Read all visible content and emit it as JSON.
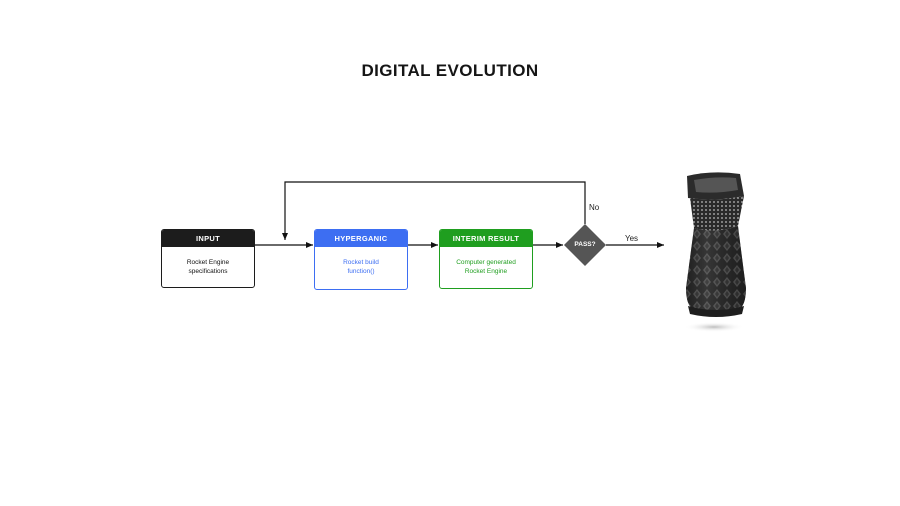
{
  "title": "DIGITAL EVOLUTION",
  "nodes": {
    "input": {
      "header": "INPUT",
      "body": "Rocket Engine\nspecifications",
      "color": "#1c1c1c"
    },
    "hyperganic": {
      "header": "HYPERGANIC",
      "body": "Rocket build\nfunction()",
      "color": "#3d6ef2"
    },
    "interim": {
      "header": "INTERIM  RESULT",
      "body": "Computer generated\nRocket Engine",
      "color": "#1f9e1f"
    }
  },
  "decision": {
    "label": "PASS?",
    "color": "#555555"
  },
  "edges": {
    "yes": "Yes",
    "no": "No"
  },
  "output": {
    "icon": "rocket-engine-icon"
  }
}
